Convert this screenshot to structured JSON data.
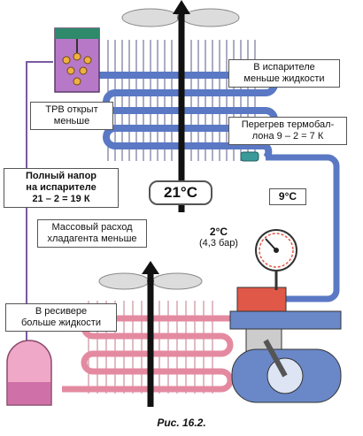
{
  "labels": {
    "evaporator_less_liquid": [
      "В испарителе",
      "меньше жидкости"
    ],
    "txv_less_open": [
      "ТРВ открыт",
      "меньше"
    ],
    "superheat": [
      "Перегрев термобал-",
      "лона 9 – 2 = 7 К"
    ],
    "full_head": [
      "Полный напор",
      "на испарителе",
      "21 – 2 = 19 К"
    ],
    "mass_flow": [
      "Массовый расход",
      "хладагента меньше"
    ],
    "receiver_more_liquid": [
      "В ресивере",
      "больше жидкости"
    ]
  },
  "values": {
    "air_temp": "21°C",
    "bulb_temp": "9°C",
    "evap_temp": "2°C",
    "evap_pressure": "(4,3 бар)"
  },
  "caption": "Рис. 16.2.",
  "colors": {
    "pipe_blue": "#5a78c4",
    "condenser_pink": "#e48aa0",
    "receiver_pink": "#f0a8c8",
    "fan_gray": "#dcdcdc",
    "txv_purple": "#b878c8",
    "txv_green": "#2e8a6a",
    "compressor_blue": "#6a88c8",
    "compressor_red": "#e05848"
  }
}
